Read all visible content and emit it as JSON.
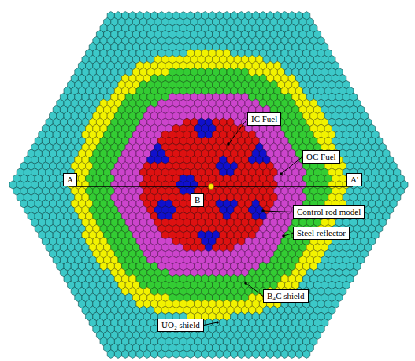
{
  "diagram": {
    "nodes": [
      {
        "text": [
          "IC Fuel"
        ]
      },
      {
        "text": [
          "OC Fuel"
        ]
      },
      {
        "text": [
          "A"
        ]
      },
      {
        "text": [
          "A'"
        ]
      },
      {
        "text": [
          "B"
        ]
      },
      {
        "text": [
          "Control rod model"
        ]
      },
      {
        "text": [
          "Steel reflector"
        ]
      },
      {
        "text": [
          "B₄C shield"
        ]
      },
      {
        "text": [
          "UO₂ shield"
        ]
      }
    ]
  }
}
